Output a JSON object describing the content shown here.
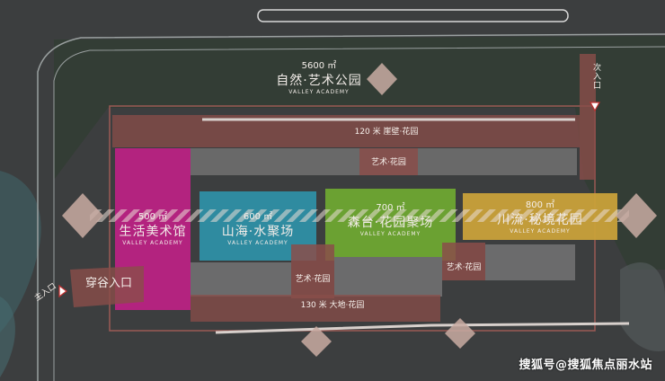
{
  "park": {
    "area": "5600 ㎡",
    "name": "自然·艺术公园",
    "en": "VALLEY    ACADEMY"
  },
  "north_entry": "次入口",
  "north_path": "120 米 崖壁·花园",
  "art_garden_top": "艺术·花园",
  "zones": [
    {
      "area": "500 ㎡",
      "name": "生活美术馆",
      "en": "VALLEY    ACADEMY",
      "color": "#b3237f"
    },
    {
      "area": "600 ㎡",
      "name": "山海·水聚场",
      "en": "VALLEY    ACADEMY",
      "color": "#2e8fa5"
    },
    {
      "area": "700 ㎡",
      "name": "森台·花园聚场",
      "en": "VALLEY    ACADEMY",
      "color": "#6ea631"
    },
    {
      "area": "800 ㎡",
      "name": "川流·秘境花园",
      "en": "VALLEY    ACADEMY",
      "color": "#c9a13a"
    }
  ],
  "art_garden_left": "艺术·花园",
  "art_garden_right": "艺术·花园",
  "south_path": "130 米 大地·花园",
  "valley_entry": "穿谷入口",
  "main_entry": "主入口",
  "watermark": "搜狐号@搜狐焦点丽水站"
}
